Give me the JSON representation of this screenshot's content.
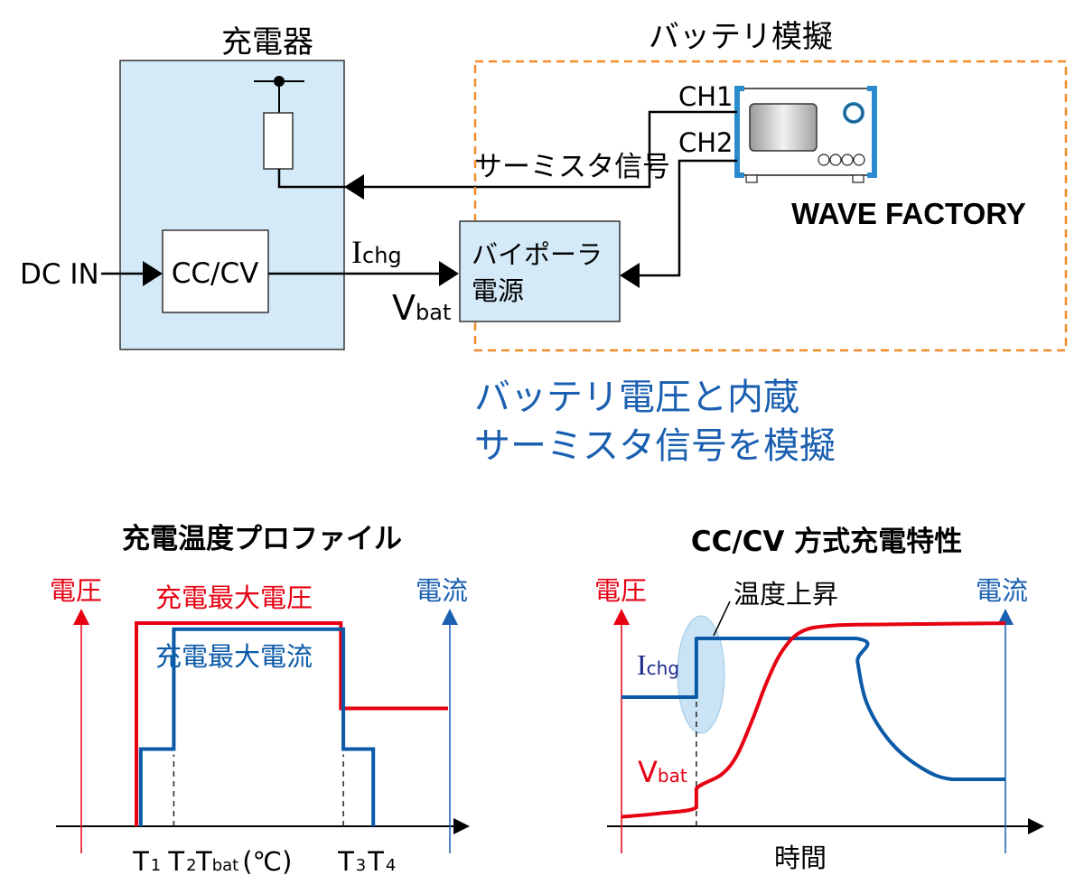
{
  "block_diagram": {
    "charger": {
      "title": "充電器",
      "ccv_label": "CC/CV",
      "dc_in_label": "DC IN"
    },
    "battery_sim": {
      "title": "バッテリ模擬",
      "thermistor_signal_label": "サーミスタ信号",
      "ch1_label": "CH1",
      "ch2_label": "CH2",
      "device_name": "WAVE FACTORY",
      "bipolar_line1": "バイポーラ",
      "bipolar_line2": "電源"
    },
    "ichg_main": "I",
    "ichg_sub": "chg",
    "vbat_main": "V",
    "vbat_sub": "bat",
    "caption_line1": "バッテリ電圧と内蔵",
    "caption_line2": "サーミスタ信号を模擬"
  },
  "colors": {
    "voltage_red": "#e60012",
    "current_blue": "#0a5aa8",
    "caption_blue": "#1a5fb0",
    "box_fill": "#d4eaf8",
    "dashed_orange": "#f08c2a",
    "ellipse_fill": "#c5e2f5"
  },
  "chart_data": [
    {
      "type": "line",
      "title": "充電温度プロファイル",
      "left_axis_label": "電圧",
      "right_axis_label": "電流",
      "xlabel_main": "T",
      "xlabel_sub": "bat",
      "xlabel_unit": "(℃)",
      "x_ticks": [
        {
          "main": "T",
          "sub": "1"
        },
        {
          "main": "T",
          "sub": "2"
        },
        {
          "main": "T",
          "sub": "3"
        },
        {
          "main": "T",
          "sub": "4"
        }
      ],
      "x": [
        0,
        1,
        2,
        3,
        4,
        5,
        6
      ],
      "xlim": [
        0,
        6
      ],
      "ylim": [
        0,
        1
      ],
      "series": [
        {
          "name": "充電最大電圧",
          "color": "#e60012",
          "points": [
            [
              1,
              0
            ],
            [
              1,
              1
            ],
            [
              4.28,
              1
            ],
            [
              4.28,
              0.58
            ],
            [
              6,
              0.58
            ]
          ]
        },
        {
          "name": "充電最大電流",
          "color": "#0a5aa8",
          "points": [
            [
              1.07,
              0
            ],
            [
              1.07,
              0.38
            ],
            [
              1.6,
              0.38
            ],
            [
              1.6,
              0.97
            ],
            [
              4.32,
              0.97
            ],
            [
              4.32,
              0.38
            ],
            [
              4.8,
              0.38
            ],
            [
              4.8,
              0
            ]
          ]
        }
      ],
      "markers_dashed_x": [
        1.6,
        4.32
      ],
      "tick_x": [
        1.03,
        1.6,
        4.32,
        4.8
      ]
    },
    {
      "type": "line",
      "title": "CC/CV 方式充電特性",
      "left_axis_label": "電圧",
      "right_axis_label": "電流",
      "xlabel": "時間",
      "annotation": "温度上昇",
      "series_labels": [
        {
          "main": "I",
          "sub": "chg",
          "color": "#1a2a8c"
        },
        {
          "main": "V",
          "sub": "bat",
          "color": "#e60012"
        }
      ],
      "xlim": [
        0,
        10
      ],
      "ylim": [
        0,
        1
      ],
      "series": [
        {
          "name": "Ichg",
          "color": "#0a5aa8",
          "points": [
            [
              0,
              0.55
            ],
            [
              1.95,
              0.55
            ],
            [
              1.95,
              0.8
            ],
            [
              6.1,
              0.8
            ],
            [
              6.15,
              0.7
            ],
            [
              6.4,
              0.52
            ],
            [
              7,
              0.36
            ],
            [
              7.8,
              0.25
            ],
            [
              8.6,
              0.2
            ],
            [
              10,
              0.2
            ]
          ]
        },
        {
          "name": "Vbat",
          "color": "#e60012",
          "points": [
            [
              0,
              0.04
            ],
            [
              1,
              0.055
            ],
            [
              1.95,
              0.08
            ],
            [
              1.95,
              0.16
            ],
            [
              2.6,
              0.22
            ],
            [
              3,
              0.3
            ],
            [
              3.4,
              0.45
            ],
            [
              3.8,
              0.62
            ],
            [
              4.2,
              0.75
            ],
            [
              4.7,
              0.83
            ],
            [
              5.5,
              0.855
            ],
            [
              7,
              0.86
            ],
            [
              10,
              0.865
            ]
          ]
        }
      ],
      "marker_dashed_x": 1.95
    }
  ]
}
